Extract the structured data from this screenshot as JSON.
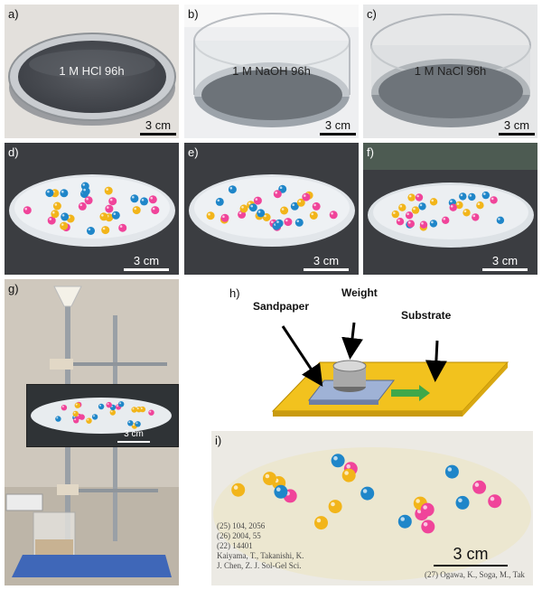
{
  "panels": {
    "a": {
      "label": "a)",
      "caption": "1 M HCl 96h",
      "scale": "3 cm"
    },
    "b": {
      "label": "b)",
      "caption": "1 M NaOH 96h",
      "scale": "3 cm"
    },
    "c": {
      "label": "c)",
      "caption": "1 M NaCl 96h",
      "scale": "3 cm"
    },
    "d": {
      "label": "d)",
      "scale": "3 cm"
    },
    "e": {
      "label": "e)",
      "scale": "3 cm"
    },
    "f": {
      "label": "f)",
      "scale": "3 cm"
    },
    "g": {
      "label": "g)",
      "scale": "3 cm"
    },
    "h": {
      "label": "h)",
      "weight": "Weight",
      "sandpaper": "Sandpaper",
      "substrate": "Substrate"
    },
    "i": {
      "label": "i)",
      "scale": "3 cm",
      "text_lines": [
        "Kaiyama, T., Takanishi, K.",
        "J. Chen, Z. J. Sol-Gel Sci.",
        "(27) Ogawa, K., Soga, M., Tak",
        "(25) 104, 2056",
        "(26) 2004, 55",
        "(22) 14401"
      ]
    }
  },
  "colors": {
    "pink": "#f0449a",
    "blue": "#1f86c9",
    "yellow": "#f2b51a",
    "substrate_yellow": "#f2c21e",
    "arrow_green": "#3fa84a"
  }
}
